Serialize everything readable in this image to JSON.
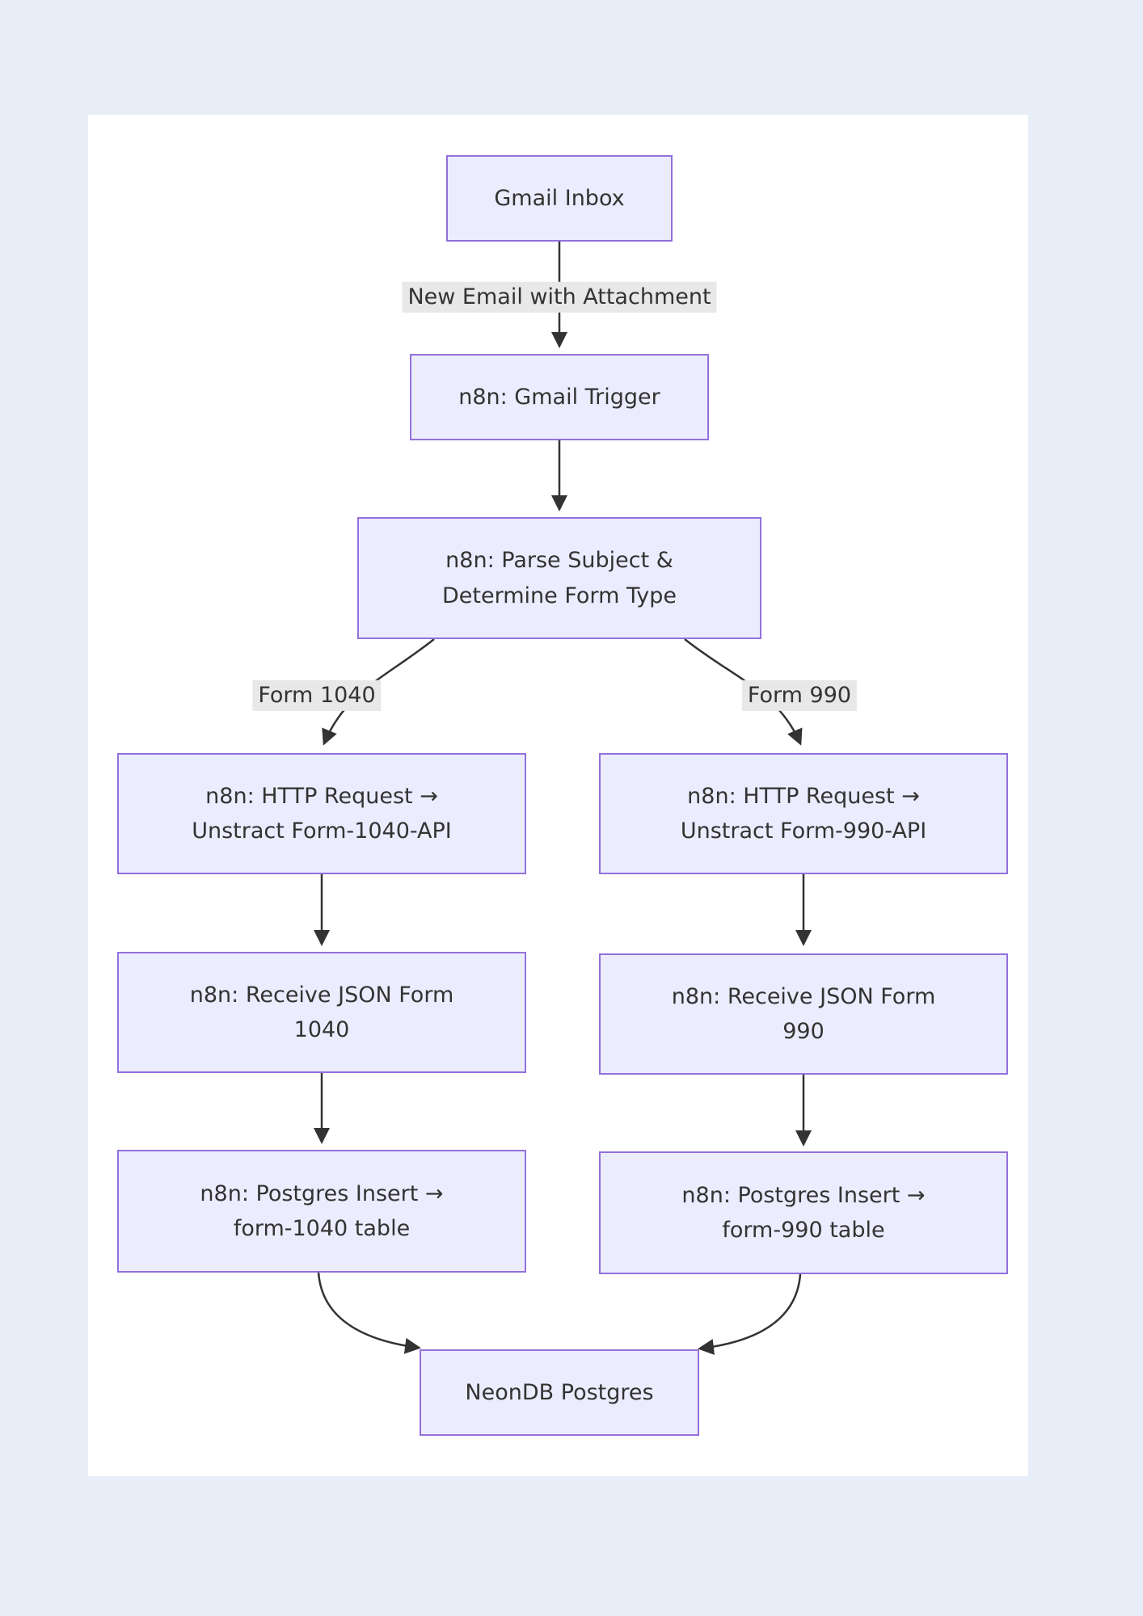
{
  "diagram": {
    "type": "flowchart",
    "direction": "top-down",
    "nodes": {
      "gmail_inbox": {
        "label": "Gmail Inbox"
      },
      "gmail_trigger": {
        "label": "n8n: Gmail Trigger"
      },
      "parse": {
        "line1": "n8n: Parse Subject &",
        "line2": "Determine Form Type"
      },
      "http_1040": {
        "line1": "n8n: HTTP Request →",
        "line2": "Unstract Form-1040-API"
      },
      "http_990": {
        "line1": "n8n: HTTP Request →",
        "line2": "Unstract Form-990-API"
      },
      "receive_1040": {
        "line1": "n8n: Receive JSON Form",
        "line2": "1040"
      },
      "receive_990": {
        "line1": "n8n: Receive JSON Form",
        "line2": "990"
      },
      "postgres_1040": {
        "line1": "n8n: Postgres Insert →",
        "line2": "form-1040 table"
      },
      "postgres_990": {
        "line1": "n8n: Postgres Insert →",
        "line2": "form-990 table"
      },
      "neondb": {
        "label": "NeonDB Postgres"
      }
    },
    "edge_labels": {
      "new_email": "New Email with Attachment",
      "form_1040": "Form 1040",
      "form_990": "Form 990"
    },
    "edges": [
      "gmail_inbox -> gmail_trigger : New Email with Attachment",
      "gmail_trigger -> parse",
      "parse -> http_1040 : Form 1040",
      "parse -> http_990 : Form 990",
      "http_1040 -> receive_1040",
      "http_990 -> receive_990",
      "receive_1040 -> postgres_1040",
      "receive_990 -> postgres_990",
      "postgres_1040 -> neondb",
      "postgres_990 -> neondb"
    ],
    "colors": {
      "page_bg": "#e8eef7",
      "canvas_bg": "#ffffff",
      "node_fill": "#ECECFF",
      "node_border": "#9370DB",
      "node_text": "#333333",
      "edge_stroke": "#333333",
      "edge_label_bg": "#e8e8e8"
    }
  }
}
